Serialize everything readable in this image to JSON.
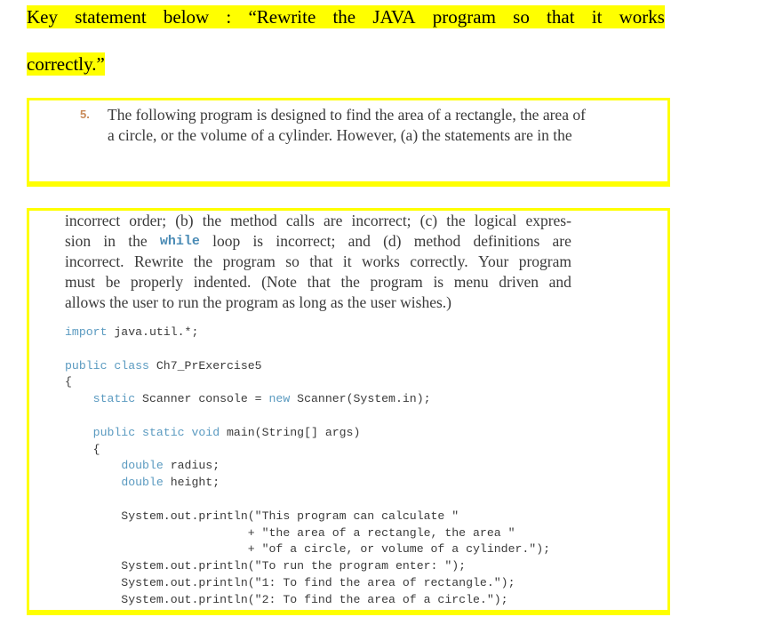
{
  "key_statement": {
    "line1_words": [
      "Key",
      "statement",
      "below",
      ":",
      "“Rewrite",
      "the",
      "JAVA",
      "program",
      "so",
      "that",
      "it",
      "works"
    ],
    "line2": "correctly.”",
    "highlight_color": "#ffff00"
  },
  "excerpt_box_1": {
    "question_number": "5.",
    "lines": [
      "The following program is designed to find the area of a rectangle, the area of",
      "a circle, or the volume of a cylinder. However, (a) the statements are in the"
    ]
  },
  "excerpt_box_2": {
    "paragraph_lines": [
      {
        "words": [
          "incorrect",
          "order;",
          "(b)",
          "the",
          "method",
          "calls",
          "are",
          "incorrect;",
          "(c)",
          "the",
          "logical",
          "expres-"
        ]
      },
      {
        "pre": "sion in the",
        "keyword": "while",
        "post_words": [
          "loop",
          "is",
          "incorrect;",
          "and",
          "(d)",
          "method",
          "definitions",
          "are"
        ]
      },
      {
        "words": [
          "incorrect.",
          "Rewrite",
          "the",
          "program",
          "so",
          "that",
          "it",
          "works",
          "correctly.",
          "Your",
          "program"
        ]
      },
      {
        "words": [
          "must",
          "be",
          "properly",
          "indented.",
          "(Note",
          "that",
          "the",
          "program",
          "is",
          "menu",
          "driven",
          "and"
        ]
      },
      {
        "text": "allows the user to run the program as long as the user wishes.)"
      }
    ],
    "code": [
      {
        "kw": "import",
        "rest": " java.util.*;"
      },
      {
        "text": ""
      },
      {
        "kw": "public class",
        "rest": " Ch7_PrExercise5"
      },
      {
        "text": "{"
      },
      {
        "indent": "    ",
        "kw": "static",
        "rest": " Scanner console = ",
        "kw2": "new",
        "rest2": " Scanner(System.in);"
      },
      {
        "text": ""
      },
      {
        "indent": "    ",
        "kw": "public static void",
        "rest": " main(String[] args)"
      },
      {
        "text": "    {"
      },
      {
        "indent": "        ",
        "kw": "double",
        "rest": " radius;"
      },
      {
        "indent": "        ",
        "kw": "double",
        "rest": " height;"
      },
      {
        "text": ""
      },
      {
        "text": "        System.out.println(\"This program can calculate \""
      },
      {
        "text": "                          + \"the area of a rectangle, the area \""
      },
      {
        "text": "                          + \"of a circle, or volume of a cylinder.\");"
      },
      {
        "text": "        System.out.println(\"To run the program enter: \");"
      },
      {
        "text": "        System.out.println(\"1: To find the area of rectangle.\");"
      },
      {
        "text": "        System.out.println(\"2: To find the area of a circle.\");"
      }
    ]
  },
  "colors": {
    "highlight": "#ffff00",
    "book_text": "#3a3a3a",
    "code_keyword": "#5a9ac0",
    "question_number": "#c98a58"
  }
}
